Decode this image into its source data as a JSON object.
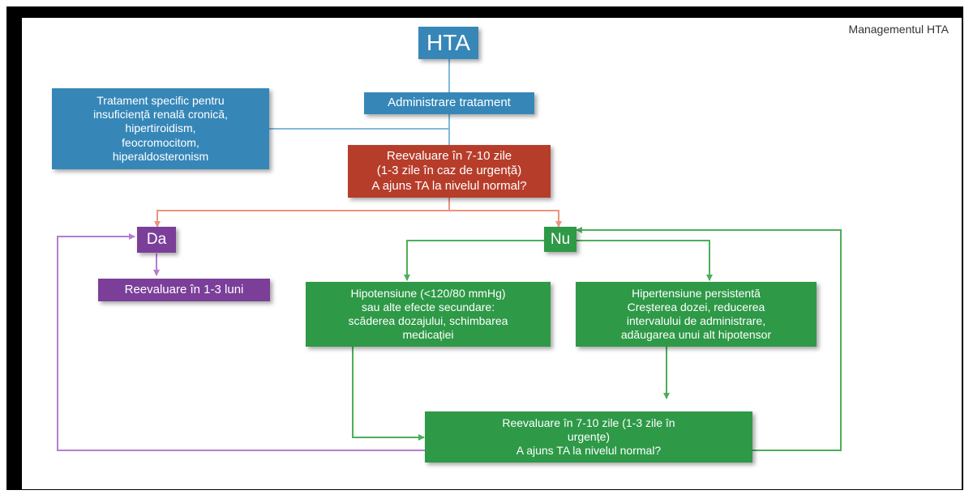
{
  "corner_title": "Managementul HTA",
  "nodes": {
    "hta": "HTA",
    "administrare": "Administrare tratament",
    "tratament_specific": "Tratament specific pentru\ninsuficiență renală cronică,\nhipertiroidism,\nfeocromocitom,\nhiperaldosteronism",
    "reevaluare_initiala": "Reevaluare în 7-10 zile\n(1-3 zile în caz de urgență)\nA ajuns TA la nivelul normal?",
    "da": "Da",
    "nu": "Nu",
    "reevaluare_luni": "Reevaluare în 1-3 luni",
    "hipotensiune": "Hipotensiune (<120/80 mmHg)\nsau alte efecte secundare:\nscăderea dozajului, schimbarea\nmedicației",
    "hipertensiune": "Hipertensiune persistentă\nCreșterea dozei, reducerea\nintervalului de administrare,\nadăugarea unui alt hipotensor",
    "reevaluare_finala": "Reevaluare în 7-10 zile (1-3 zile în\nurgențe)\nA ajuns TA la nivelul normal?"
  },
  "colors": {
    "blue": "#3687b8",
    "red": "#b73d2b",
    "purple": "#7b3f9a",
    "green": "#2e9947",
    "blue_line": "#7fb8dc",
    "red_line": "#e8957e",
    "green_line": "#4caf5a",
    "purple_line": "#b47ed0"
  }
}
